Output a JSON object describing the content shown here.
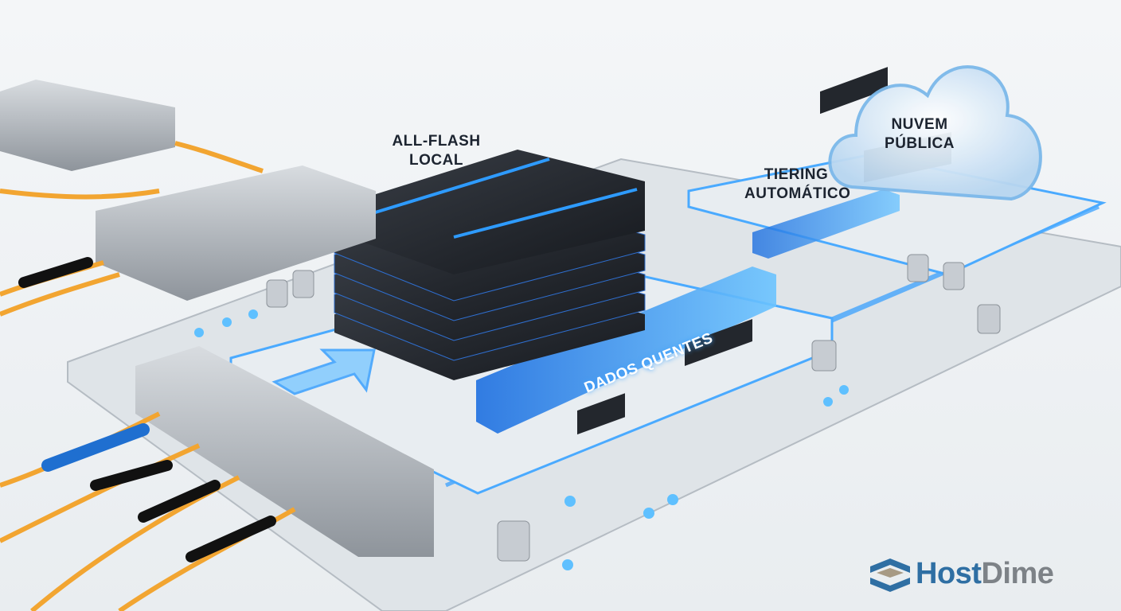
{
  "labels": {
    "all_flash": "ALL-FLASH LOCAL",
    "tiering": "TIERING AUTOMÁTICO",
    "cloud": "NUVEM PÚBLICA",
    "hot_data": "DADOS QUENTES"
  },
  "logo": {
    "part1": "Host",
    "part2": "Dime",
    "brand_blue": "#2f6fa3",
    "brand_gray": "#7d8287"
  },
  "colors": {
    "glow": "#2e9bff",
    "fiber": "#f2a531",
    "metal": "#b9bec4",
    "board": "#dfe4e8"
  }
}
